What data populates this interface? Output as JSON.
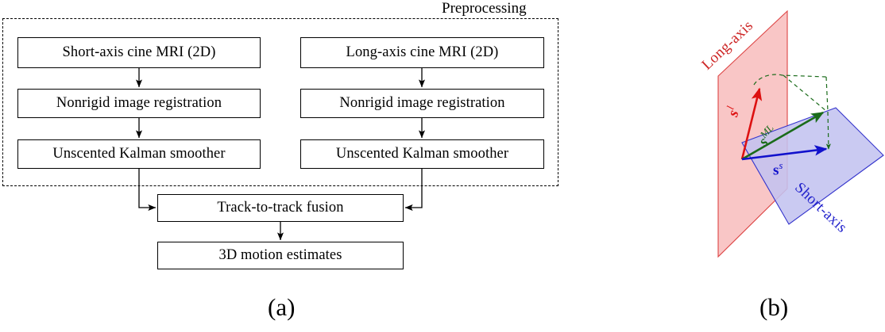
{
  "figure": {
    "panels": [
      {
        "id": "a",
        "caption": "(a)"
      },
      {
        "id": "b",
        "caption": "(b)"
      }
    ]
  },
  "flowchart": {
    "group_title": "Preprocessing",
    "boxes": {
      "short_axis_input": "Short-axis cine MRI (2D)",
      "long_axis_input": "Long-axis cine MRI (2D)",
      "short_axis_registration": "Nonrigid image registration",
      "long_axis_registration": "Nonrigid image registration",
      "short_axis_smoother": "Unscented Kalman smoother",
      "long_axis_smoother": "Unscented Kalman smoother",
      "fusion": "Track-to-track fusion",
      "output": "3D motion estimates"
    }
  },
  "geometry": {
    "planes": [
      {
        "name": "long-axis",
        "label": "Long-axis",
        "color": "#cc2222",
        "fill": "#f9c6c6"
      },
      {
        "name": "short-axis",
        "label": "Short-axis",
        "color": "#2222cc",
        "fill": "#c3c3f0"
      }
    ],
    "vectors": [
      {
        "name": "long-axis-motion",
        "base": "s",
        "sup": "l",
        "color": "#dd1111"
      },
      {
        "name": "maximum-likelihood-motion",
        "base": "s",
        "sup": "ML",
        "color": "#1a6b1a"
      },
      {
        "name": "short-axis-motion",
        "base": "s",
        "sup": "s",
        "color": "#1111cc"
      }
    ]
  }
}
